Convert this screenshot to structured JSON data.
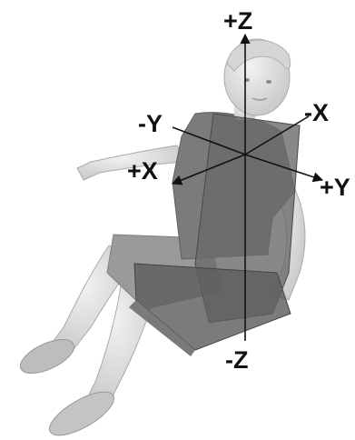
{
  "axes": {
    "pos_z": "+Z",
    "neg_z": "-Z",
    "pos_x": "+X",
    "neg_x": "-X",
    "pos_y": "+Y",
    "neg_y": "-Y"
  },
  "colors": {
    "background": "#ffffff",
    "axis_line": "#111111",
    "mannequin": "#e2e2e2",
    "shirt": "#7b7b7b",
    "seat": "#6a6a6a"
  },
  "icons": {
    "mannequin": "seated-occupant-icon",
    "seat": "vehicle-seat-icon"
  }
}
